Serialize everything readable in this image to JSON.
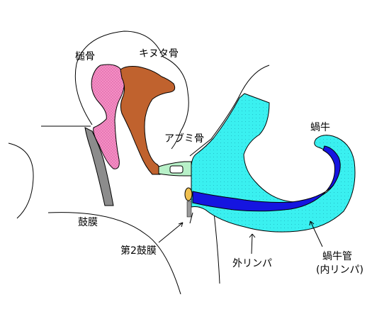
{
  "labels": {
    "malleus": "槌骨",
    "incus": "キヌタ骨",
    "stapes": "アブミ骨",
    "cochlea": "蝸牛",
    "eardrum": "鼓膜",
    "round_window": "第2鼓膜",
    "perilymph": "外リンパ",
    "cochlear_duct_line1": "蝸牛管",
    "cochlear_duct_line2": "(内リンパ)"
  },
  "colors": {
    "malleus": "#f48fc4",
    "malleus_dots": "#d4569e",
    "incus": "#c0622e",
    "stapes": "#b8f0c8",
    "cochlea_fluid": "#3af0f0",
    "cochlea_fluid_dots": "#1fb4c0",
    "cochlear_duct": "#1515e0",
    "round_window": "#f0c050",
    "eardrum": "#8c8c8c",
    "outline": "#000000"
  }
}
